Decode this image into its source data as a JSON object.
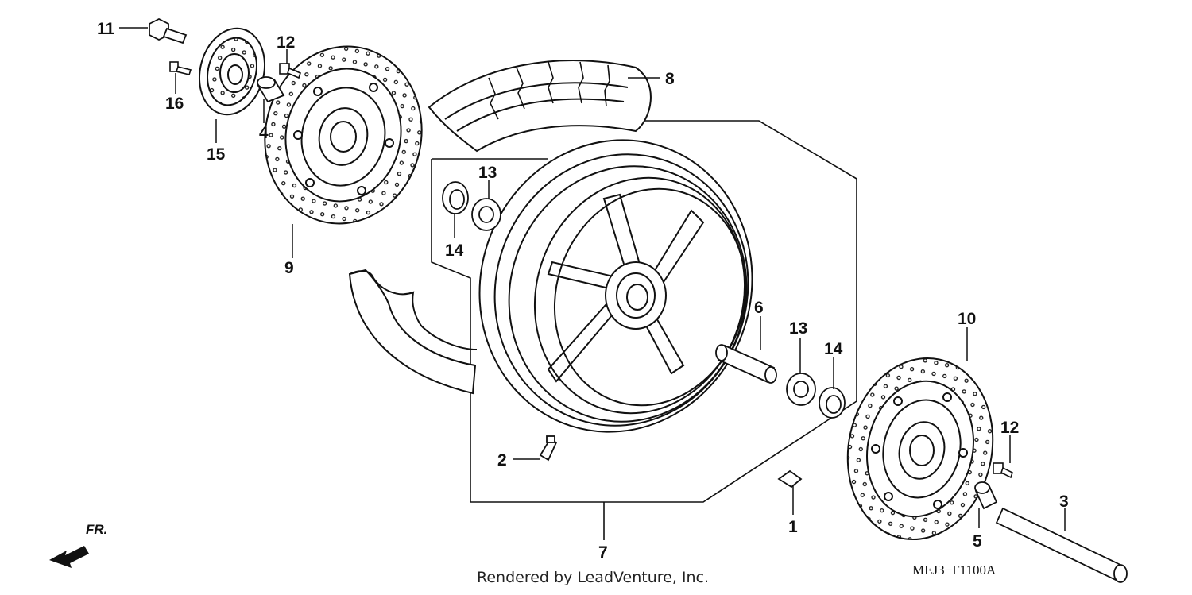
{
  "diagram": {
    "code": "MEJ3−F1100A",
    "credit": "Rendered by LeadVenture, Inc.",
    "direction_label": "FR.",
    "callouts": [
      {
        "id": "c1",
        "label": "1"
      },
      {
        "id": "c2",
        "label": "2"
      },
      {
        "id": "c3",
        "label": "3"
      },
      {
        "id": "c4",
        "label": "4"
      },
      {
        "id": "c5",
        "label": "5"
      },
      {
        "id": "c6",
        "label": "6"
      },
      {
        "id": "c7",
        "label": "7"
      },
      {
        "id": "c8",
        "label": "8"
      },
      {
        "id": "c9",
        "label": "9"
      },
      {
        "id": "c10",
        "label": "10"
      },
      {
        "id": "c11",
        "label": "11"
      },
      {
        "id": "c12a",
        "label": "12"
      },
      {
        "id": "c12b",
        "label": "12"
      },
      {
        "id": "c13a",
        "label": "13"
      },
      {
        "id": "c13b",
        "label": "13"
      },
      {
        "id": "c14a",
        "label": "14"
      },
      {
        "id": "c14b",
        "label": "14"
      },
      {
        "id": "c15",
        "label": "15"
      },
      {
        "id": "c16",
        "label": "16"
      }
    ]
  }
}
